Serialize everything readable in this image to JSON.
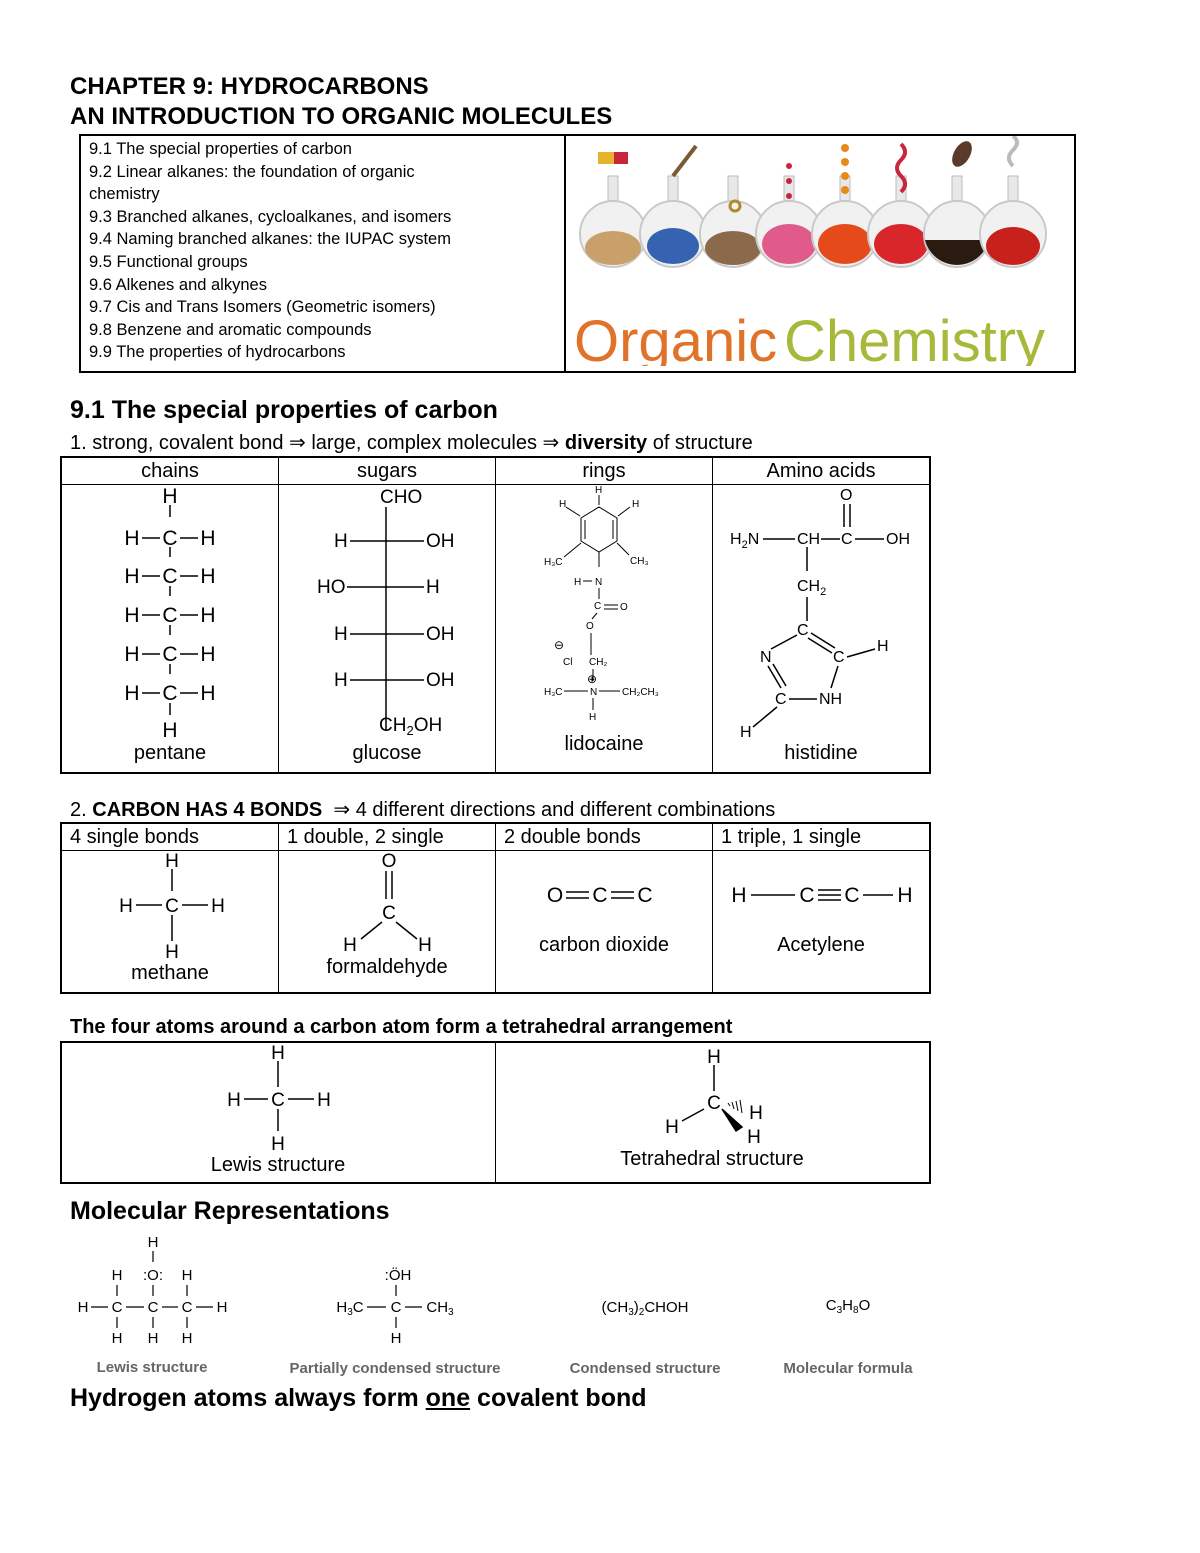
{
  "header": {
    "chapter_title": "CHAPTER 9: HYDROCARBONS",
    "subtitle": "AN INTRODUCTION TO ORGANIC MOLECULES"
  },
  "toc": {
    "items": [
      "9.1 The special properties of carbon",
      "9.2 Linear alkanes: the foundation of organic chemistry",
      "9.3 Branched alkanes, cycloalkanes, and isomers",
      "9.4 Naming branched alkanes: the IUPAC system",
      "9.5 Functional groups",
      "9.6 Alkenes and alkynes",
      "9.7 Cis and Trans Isomers (Geometric isomers)",
      "9.8 Benzene and aromatic compounds",
      "9.9 The properties of hydrocarbons"
    ],
    "banner_text_1": "Organic",
    "banner_text_2": "Chemistry"
  },
  "section1": {
    "heading": "9.1 The special properties of carbon",
    "point1_prefix": "1. strong, covalent bond ⇒ large, complex molecules ⇒ ",
    "point1_bold": "diversity",
    "point1_suffix": " of structure",
    "table1": {
      "headers": [
        "chains",
        "sugars",
        "rings",
        "Amino acids"
      ],
      "captions": [
        "pentane",
        "glucose",
        "lidocaine",
        "histidine"
      ]
    },
    "point2_prefix": "2. ",
    "point2_bold": "CARBON HAS 4 BONDS",
    "point2_suffix": "  ⇒ 4 different directions and different combinations",
    "table2": {
      "headers": [
        "4 single bonds",
        "1 double, 2 single",
        "2 double bonds",
        "1 triple, 1 single"
      ],
      "captions": [
        "methane",
        "formaldehyde",
        "carbon dioxide",
        "Acetylene"
      ]
    },
    "tetra_heading": "The four atoms around a carbon atom form a tetrahedral arrangement",
    "table3": {
      "captions": [
        "Lewis structure",
        "Tetrahedral structure"
      ]
    }
  },
  "representations": {
    "heading": "Molecular Representations",
    "labels": [
      "Lewis structure",
      "Partially condensed structure",
      "Condensed structure",
      "Molecular formula"
    ]
  },
  "footer_heading": {
    "prefix": "Hydrogen atoms always form ",
    "underlined": "one",
    "suffix": " covalent bond"
  }
}
